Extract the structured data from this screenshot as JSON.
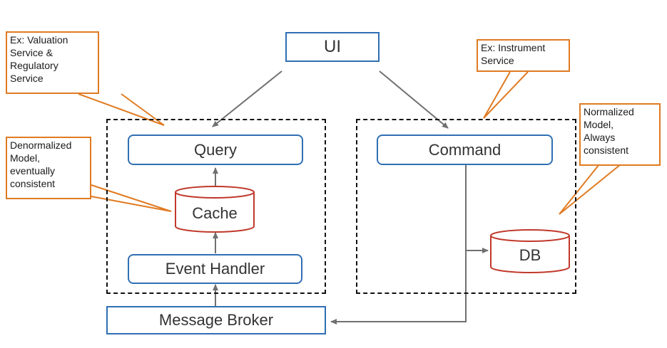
{
  "nodes": {
    "ui": "UI",
    "query": "Query",
    "command": "Command",
    "cache": "Cache",
    "event_handler": "Event Handler",
    "db": "DB",
    "message_broker": "Message Broker"
  },
  "callouts": {
    "valuation": "Ex: Valuation\nService &\nRegulatory\nService",
    "instrument": "Ex: Instrument\nService",
    "denormalized": "Denormalized\nModel,\neventually\nconsistent",
    "normalized": "Normalized\nModel,\nAlways\nconsistent"
  },
  "colors": {
    "box_border": "#2f6fb3",
    "callout_border": "#e07b22",
    "cylinder_border": "#c0392b",
    "arrow": "#707070"
  }
}
